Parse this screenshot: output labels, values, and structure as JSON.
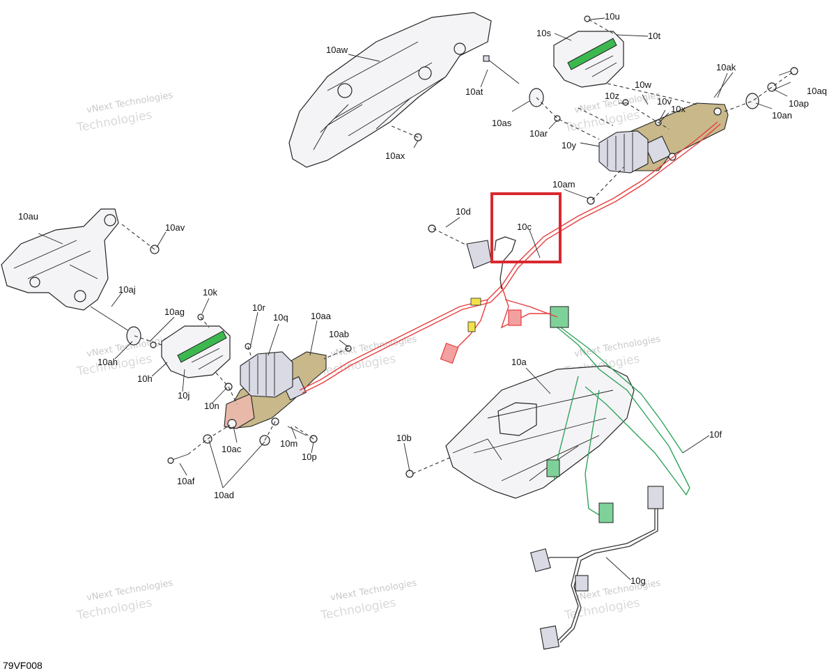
{
  "diagram_code": "79VF008",
  "watermark": {
    "line1": "vNext Technologies",
    "line2": "Technologies"
  },
  "highlight_color": "#d9282f",
  "labels": {
    "10a": "10a",
    "10b": "10b",
    "10c": "10c",
    "10d": "10d",
    "10f": "10f",
    "10g": "10g",
    "10h": "10h",
    "10j": "10j",
    "10k": "10k",
    "10m": "10m",
    "10n": "10n",
    "10p": "10p",
    "10q": "10q",
    "10r": "10r",
    "10s": "10s",
    "10t": "10t",
    "10u": "10u",
    "10v": "10v",
    "10w": "10w",
    "10x": "10x",
    "10y": "10y",
    "10z": "10z",
    "10aa": "10aa",
    "10ab": "10ab",
    "10ac": "10ac",
    "10ad": "10ad",
    "10af": "10af",
    "10ag": "10ag",
    "10ah": "10ah",
    "10aj": "10aj",
    "10ak": "10ak",
    "10am": "10am",
    "10an": "10an",
    "10ap": "10ap",
    "10aq": "10aq",
    "10ar": "10ar",
    "10as": "10as",
    "10at": "10at",
    "10au": "10au",
    "10av": "10av",
    "10aw": "10aw",
    "10ax": "10ax"
  }
}
